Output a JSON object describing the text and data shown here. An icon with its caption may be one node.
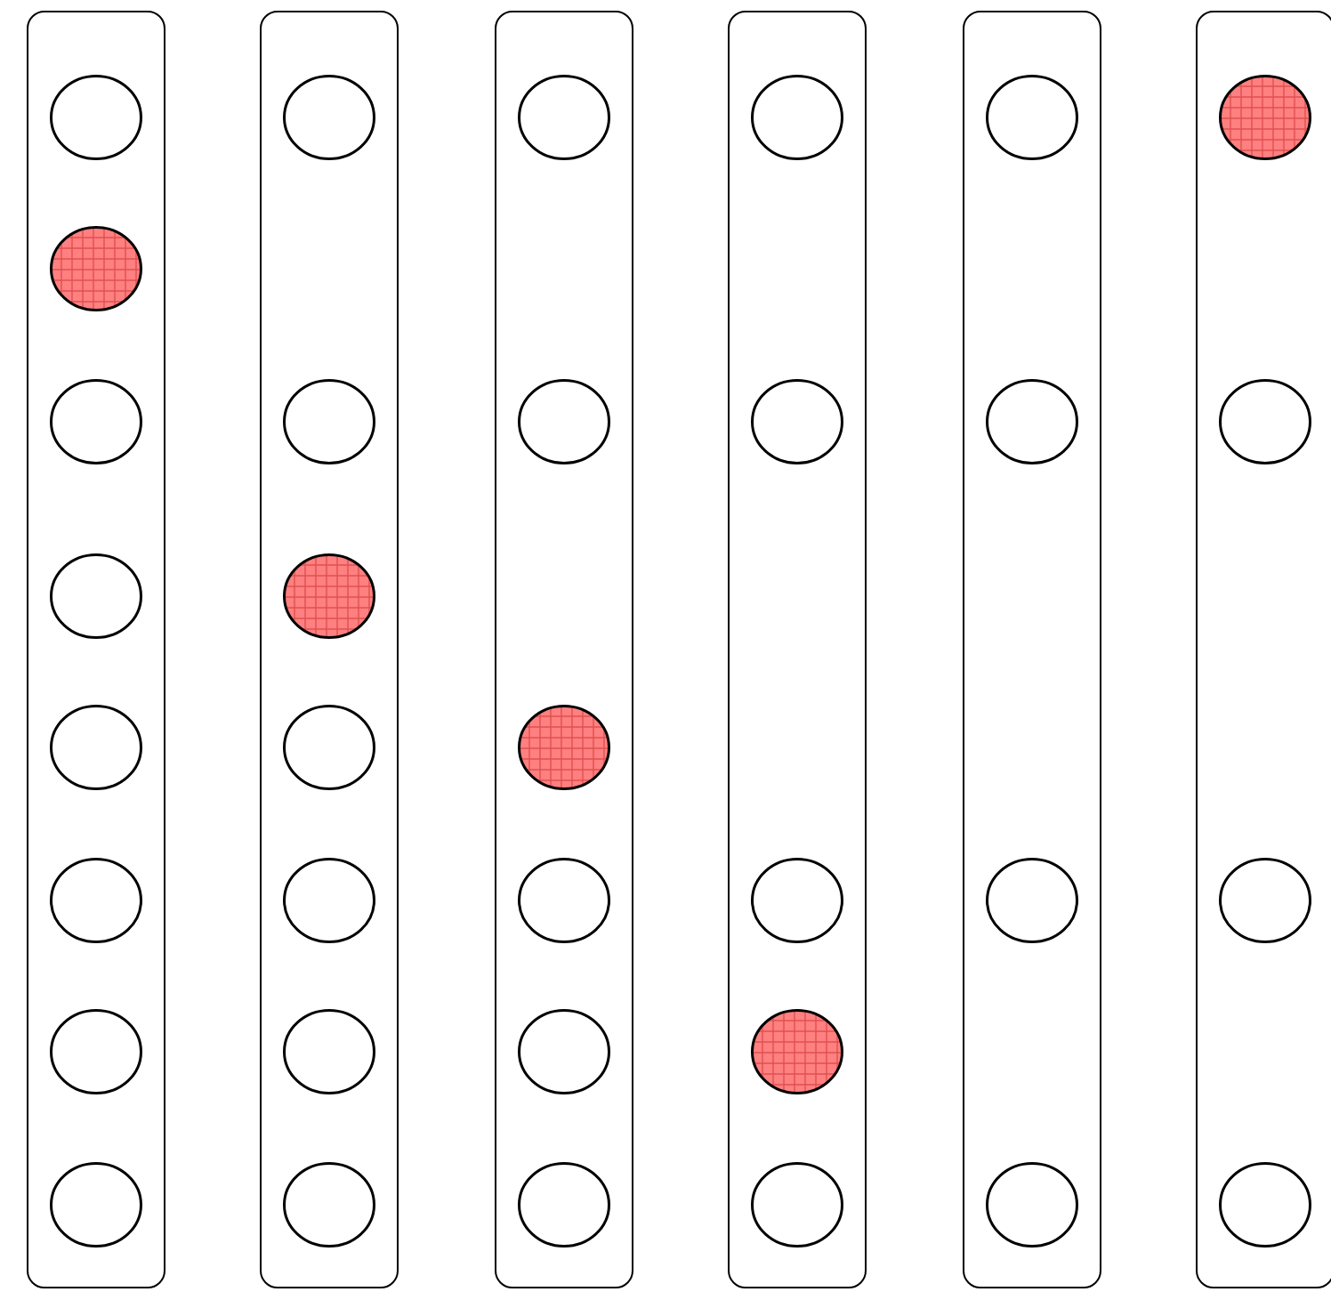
{
  "diagram": {
    "nodes": [
      {
        "text": [],
        "shape": "box"
      },
      {
        "text": [],
        "shape": "circle",
        "in": 0
      },
      {
        "text": [],
        "shape": "circle",
        "in": 0
      },
      {
        "text": [],
        "shape": "circle",
        "in": 0
      },
      {
        "text": [],
        "shape": "circle",
        "in": 0
      },
      {
        "text": [],
        "shape": "circle",
        "in": 0
      },
      {
        "text": [],
        "shape": "circle",
        "in": 0
      },
      {
        "text": [],
        "shape": "circle",
        "in": 0
      },
      {
        "text": [],
        "shape": "circle",
        "in": 0
      },
      {
        "text": [],
        "shape": "box"
      },
      {
        "text": [],
        "shape": "circle",
        "in": 9
      },
      {
        "text": [],
        "shape": "circle",
        "in": 9
      },
      {
        "text": [],
        "shape": "circle",
        "in": 9
      },
      {
        "text": [],
        "shape": "circle",
        "in": 9
      },
      {
        "text": [],
        "shape": "circle",
        "in": 9
      },
      {
        "text": [],
        "shape": "circle",
        "in": 9
      },
      {
        "text": [],
        "shape": "circle",
        "in": 9
      },
      {
        "text": [],
        "shape": "box"
      },
      {
        "text": [],
        "shape": "circle",
        "in": 17
      },
      {
        "text": [],
        "shape": "circle",
        "in": 17
      },
      {
        "text": [],
        "shape": "circle",
        "in": 17
      },
      {
        "text": [],
        "shape": "circle",
        "in": 17
      },
      {
        "text": [],
        "shape": "circle",
        "in": 17
      },
      {
        "text": [],
        "shape": "circle",
        "in": 17
      },
      {
        "text": [],
        "shape": "box"
      },
      {
        "text": [],
        "shape": "circle",
        "in": 24
      },
      {
        "text": [],
        "shape": "circle",
        "in": 24
      },
      {
        "text": [],
        "shape": "circle",
        "in": 24
      },
      {
        "text": [],
        "shape": "circle",
        "in": 24
      },
      {
        "text": [],
        "shape": "circle",
        "in": 24
      },
      {
        "text": [],
        "shape": "box"
      },
      {
        "text": [],
        "shape": "circle",
        "in": 30
      },
      {
        "text": [],
        "shape": "circle",
        "in": 30
      },
      {
        "text": [],
        "shape": "circle",
        "in": 30
      },
      {
        "text": [],
        "shape": "circle",
        "in": 30
      },
      {
        "text": [],
        "shape": "box"
      },
      {
        "text": [],
        "shape": "circle",
        "in": 35
      },
      {
        "text": [],
        "shape": "circle",
        "in": 35
      },
      {
        "text": [],
        "shape": "circle",
        "in": 35
      },
      {
        "text": [],
        "shape": "circle",
        "in": 35
      }
    ]
  }
}
